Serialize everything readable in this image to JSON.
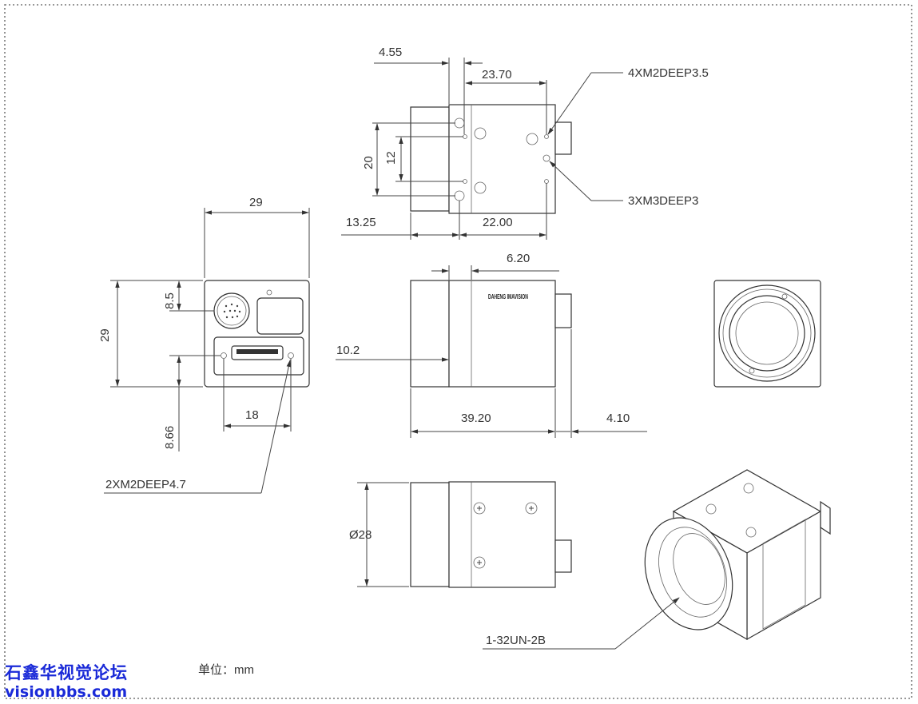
{
  "watermark": {
    "title": "石鑫华视觉论坛",
    "url": "visionbbs.com"
  },
  "unit_label": "单位：mm",
  "brand_logo_text": "DAHENG IMAVISION",
  "dimensions": {
    "front_width": "29",
    "front_height": "29",
    "connector_offset": "8.5",
    "screw_offset": "8.66",
    "screw_spacing": "18",
    "top_4_55": "4.55",
    "top_23_70": "23.70",
    "top_20": "20",
    "top_12": "12",
    "top_13_25": "13.25",
    "top_22_00": "22.00",
    "side_6_20": "6.20",
    "side_10_2": "10.2",
    "side_39_20": "39.20",
    "side_4_10": "4.10",
    "lens_diameter": "Ø28"
  },
  "callouts": {
    "screw_4xm2": "4XM2DEEP3.5",
    "screw_3xm3": "3XM3DEEP3",
    "screw_2xm2": "2XM2DEEP4.7",
    "thread": "1-32UN-2B"
  }
}
